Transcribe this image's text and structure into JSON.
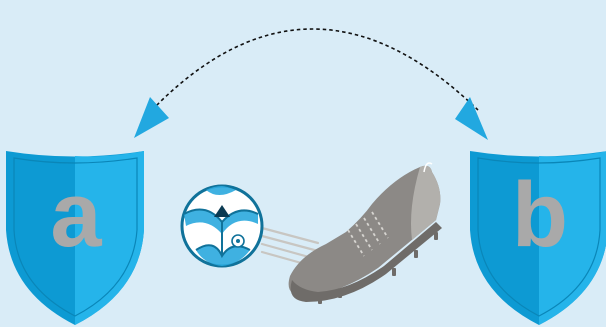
{
  "diagram": {
    "left_shield": {
      "letter": "a",
      "icon": "shield-icon"
    },
    "right_shield": {
      "letter": "b",
      "icon": "shield-icon"
    },
    "exchange_arrow": {
      "icon": "double-headed-dashed-arrow-icon",
      "style": "dashed"
    },
    "ball": {
      "icon": "soccer-ball-icon"
    },
    "boot": {
      "icon": "football-boot-icon"
    }
  },
  "colors": {
    "background": "#d9ecf7",
    "shield_dark": "#0d9ad3",
    "shield_light": "#25b4ea",
    "arrow_head": "#22a8e0",
    "letter": "#a9a9a9",
    "boot": "#8c8986"
  }
}
